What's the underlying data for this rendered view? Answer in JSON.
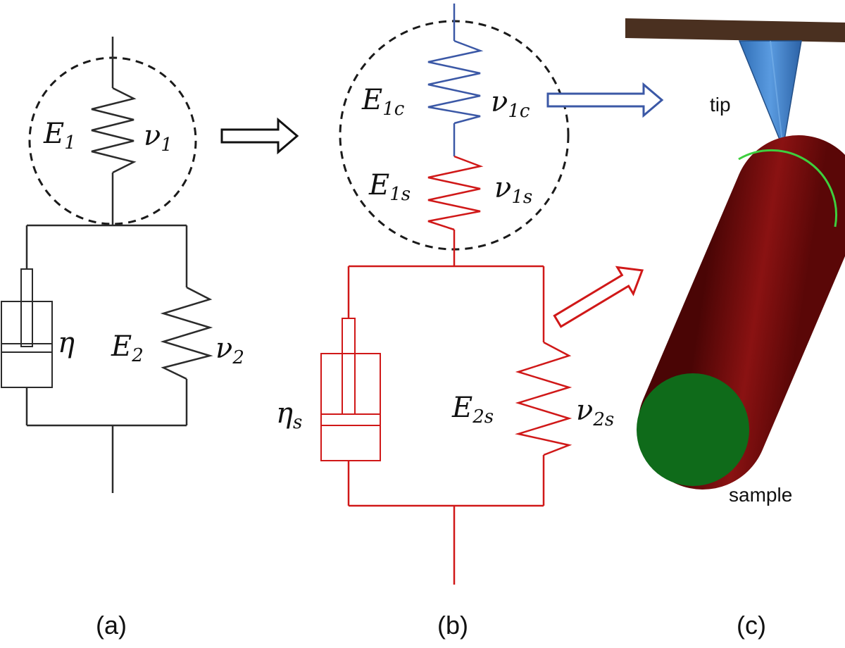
{
  "panel_a": {
    "spring1": {
      "E": "E",
      "E_sub": "1",
      "v": "ν",
      "v_sub": "1"
    },
    "spring2": {
      "E": "E",
      "E_sub": "2",
      "v": "ν",
      "v_sub": "2"
    },
    "dashpot": {
      "eta": "η",
      "eta_sub": ""
    },
    "caption": "(a)"
  },
  "panel_b": {
    "spring_c": {
      "E": "E",
      "E_sub": "1c",
      "v": "ν",
      "v_sub": "1c"
    },
    "spring_s": {
      "E": "E",
      "E_sub": "1s",
      "v": "ν",
      "v_sub": "1s"
    },
    "spring2": {
      "E": "E",
      "E_sub": "2s",
      "v": "ν",
      "v_sub": "2s"
    },
    "dashpot": {
      "eta": "η",
      "eta_sub": "s"
    },
    "caption": "(b)"
  },
  "panel_c": {
    "tip_label": "tip",
    "sample_label": "sample",
    "caption": "(c)"
  },
  "colors": {
    "model_a": "#2b2b2b",
    "coating": "#3b58a6",
    "sample_model": "#d01818",
    "cantilever": "#4a3020",
    "tip": "#3f7fc4",
    "cylinder_body": "#7a0c0c",
    "cylinder_end": "#0f6b1a"
  }
}
